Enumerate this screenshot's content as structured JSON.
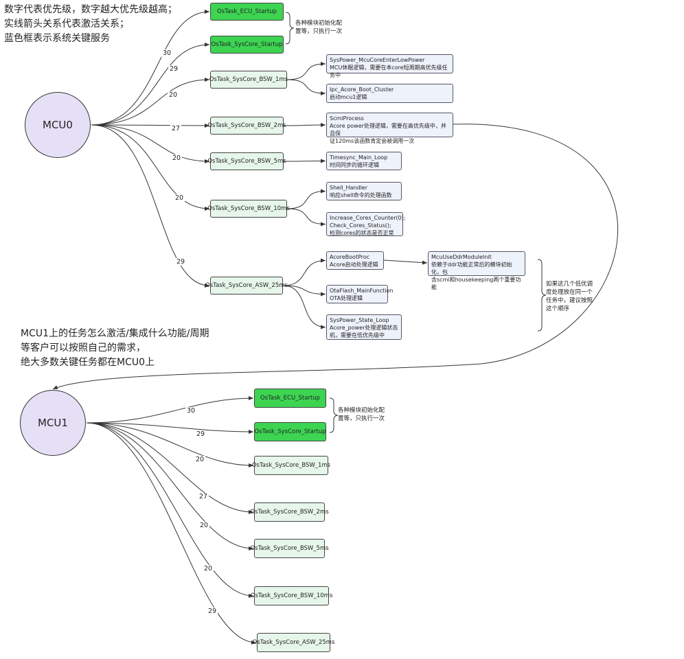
{
  "notes": {
    "legend": "数字代表优先级，数字越大优先级越高；\n实线箭头关系代表激活关系；\n蓝色框表示系统关键服务",
    "mcu1": "MCU1上的任务怎么激活/集成什么功能/周期\n等客户可以按照自己的需求，\n绝大多数关键任务都在MCU0上",
    "init_mcu0": "各种模块初始化配\n置等，只执行一次",
    "init_mcu1": "各种模块初始化配\n置等，只执行一次",
    "low_prio": "如果这几个低优调\n度处理放在同一个\n任务中，建议按照\n这个顺序"
  },
  "mcu0": {
    "label": "MCU0",
    "tasks": [
      {
        "name": "OsTask_ECU_Startup",
        "priority": "30",
        "kind": "startup"
      },
      {
        "name": "OsTask_SysCore_Startup",
        "priority": "29",
        "kind": "startup"
      },
      {
        "name": "OsTask_SysCore_BSW_1ms",
        "priority": "20",
        "kind": "normal"
      },
      {
        "name": "OsTask_SysCore_BSW_2ms",
        "priority": "27",
        "kind": "normal"
      },
      {
        "name": "OsTask_SysCore_BSW_5ms",
        "priority": "20",
        "kind": "normal"
      },
      {
        "name": "OsTask_SysCore_BSW_10ms",
        "priority": "20",
        "kind": "normal"
      },
      {
        "name": "OsTask_SysCore_ASW_25ms",
        "priority": "29",
        "kind": "normal"
      }
    ],
    "details": [
      {
        "title": "SysPower_McuCoreEnterLowPower",
        "text": "MCU休眠逻辑，需要在本core短周期高优先级任务中"
      },
      {
        "title": "Ipc_Acore_Boot_Cluster",
        "text": "启动mcu1逻辑"
      },
      {
        "title": "ScmiProcess",
        "text": "Acore power处理逻辑，需要在高优先级中，并且保\n证120ms该函数肯定会被调用一次"
      },
      {
        "title": "Timesync_Main_Loop",
        "text": "时间同步的循环逻辑"
      },
      {
        "title": "Shell_Handler",
        "text": "响应shell命令的处理函数"
      },
      {
        "title": "Increase_Cores_Counter(0);\nCheck_Cores_Status();",
        "text": "检测cores的状态是否正常"
      },
      {
        "title": "AcoreBootProc",
        "text": "Acore启动处理逻辑"
      },
      {
        "title": "McuUseDdrModuleInit",
        "text": "依赖于ddr功能正常后的模块初始化，包\n含scmi和housekeeping两个重要功能"
      },
      {
        "title": "OtaFlash_MainFunction",
        "text": "OTA处理逻辑"
      },
      {
        "title": "SysPower_State_Loop",
        "text": "Acore_power处理逻辑状态\n机，需要在低优先级中"
      }
    ]
  },
  "mcu1": {
    "label": "MCU1",
    "tasks": [
      {
        "name": "OsTask_ECU_Startup",
        "priority": "30",
        "kind": "startup"
      },
      {
        "name": "OsTask_SysCore_Startup",
        "priority": "29",
        "kind": "startup"
      },
      {
        "name": "OsTask_SysCore_BSW_1ms",
        "priority": "20",
        "kind": "normal"
      },
      {
        "name": "OsTask_SysCore_BSW_2ms",
        "priority": "27",
        "kind": "normal"
      },
      {
        "name": "OsTask_SysCore_BSW_5ms",
        "priority": "20",
        "kind": "normal"
      },
      {
        "name": "OsTask_SysCore_BSW_10ms",
        "priority": "20",
        "kind": "normal"
      },
      {
        "name": "OsTask_SysCore_ASW_25ms",
        "priority": "29",
        "kind": "normal"
      }
    ]
  },
  "colors": {
    "circle_fill": "#e6e0f7",
    "startup_fill": "#3dd452",
    "task_fill": "#e7f6ea",
    "detail_fill": "#eef2fa",
    "line": "#333333"
  }
}
